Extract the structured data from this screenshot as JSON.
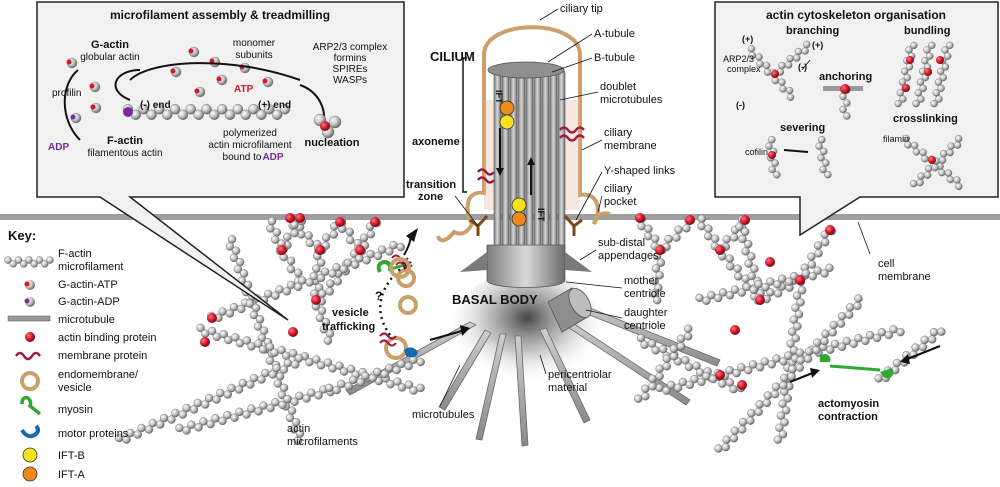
{
  "colors": {
    "actin_bead": "#bdbdbd",
    "binding_protein": "#d3172a",
    "membrane_protein": "#9b1c4a",
    "vesicle": "#c9a06b",
    "myosin": "#2fa832",
    "motor": "#1769b3",
    "ift_b": "#f4e31b",
    "ift_a": "#ee8a1c",
    "adp_purple": "#7a2a9c",
    "microtubule": "#9a9a9a"
  },
  "panels": {
    "assembly": {
      "title": "microfilament assembly & treadmilling",
      "g_actin": "G-actin",
      "g_actin_sub": "globular actin",
      "monomer_1": "monomer",
      "monomer_2": "subunits",
      "profilin": "profilin",
      "minus_end": "(-) end",
      "atp": "ATP",
      "plus_end": "(+) end",
      "adp": "ADP",
      "f_actin": "F-actin",
      "f_actin_sub": "filamentous actin",
      "poly_1": "polymerized",
      "poly_2": "actin microfilament",
      "poly_3": "bound to",
      "poly_adp": "ADP",
      "nuc_1": "ARP2/3 complex",
      "nuc_2": "formins",
      "nuc_3": "SPIREs",
      "nuc_4": "WASPs",
      "nucleation": "nucleation"
    },
    "organisation": {
      "title": "actin cytoskeleton organisation",
      "branching": "branching",
      "plus1": "(+)",
      "plus2": "(+)",
      "minus": "(-)",
      "minus2": "(-)",
      "arp_1": "ARP2/3",
      "arp_2": "complex",
      "bundling": "bundling",
      "anchoring": "anchoring",
      "severing": "severing",
      "cofilin": "cofilin",
      "crosslinking": "crosslinking",
      "filamin": "filamin"
    }
  },
  "cilium": {
    "ciliary_tip": "ciliary tip",
    "a_tubule": "A-tubule",
    "b_tubule": "B-tubule",
    "cilium": "CILIUM",
    "doublet_1": "doublet",
    "doublet_2": "microtubules",
    "membrane_1": "ciliary",
    "membrane_2": "membrane",
    "axoneme": "axoneme",
    "yshaped": "Y-shaped links",
    "pocket_1": "ciliary",
    "pocket_2": "pocket",
    "tz_1": "transition",
    "tz_2": "zone",
    "ift_left": "IFT",
    "ift_right": "IFT",
    "subdistal_1": "sub-distal",
    "subdistal_2": "appendages",
    "mother_1": "mother",
    "mother_2": "centriole",
    "basal_body": "BASAL BODY",
    "daughter_1": "daughter",
    "daughter_2": "centriole",
    "pcm_1": "pericentriolar",
    "pcm_2": "material",
    "microtubules": "microtubules"
  },
  "cell": {
    "membrane_1": "cell",
    "membrane_2": "membrane",
    "vesicle_1": "vesicle",
    "vesicle_2": "trafficking",
    "question": "?",
    "actin_1": "actin",
    "actin_2": "microfilaments",
    "actomyosin_1": "actomyosin",
    "actomyosin_2": "contraction"
  },
  "key": {
    "title": "Key:",
    "items": [
      {
        "label": "F-actin",
        "label2": "microfilament",
        "icon": "f-actin-icon"
      },
      {
        "label": "G-actin-ATP",
        "icon": "g-actin-atp-icon"
      },
      {
        "label": "G-actin-ADP",
        "icon": "g-actin-adp-icon"
      },
      {
        "label": "microtubule",
        "icon": "microtubule-icon"
      },
      {
        "label": "actin binding protein",
        "icon": "binding-protein-icon"
      },
      {
        "label": "membrane protein",
        "icon": "membrane-protein-icon"
      },
      {
        "label": "endomembrane/",
        "label2": "vesicle",
        "icon": "vesicle-icon"
      },
      {
        "label": "myosin",
        "icon": "myosin-icon"
      },
      {
        "label": "motor proteins",
        "icon": "motor-protein-icon"
      },
      {
        "label": "IFT-B",
        "icon": "ift-b-icon"
      },
      {
        "label": "IFT-A",
        "icon": "ift-a-icon"
      }
    ]
  }
}
